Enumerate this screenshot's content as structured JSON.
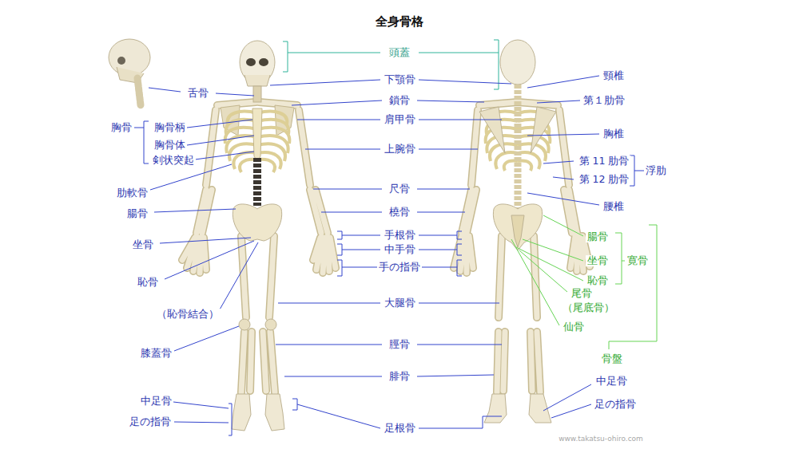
{
  "diagram": {
    "title": "全身骨格",
    "labels": [
      "頭蓋",
      "下顎骨",
      "舌骨",
      "鎖骨",
      "肩甲骨",
      "胸骨",
      "胸骨柄",
      "胸骨体",
      "剣状突起",
      "上腕骨",
      "肋軟骨",
      "尺骨",
      "腸骨",
      "橈骨",
      "手根骨",
      "中手骨",
      "手の指骨",
      "坐骨",
      "恥骨",
      "大腿骨",
      "（恥骨結合）",
      "膝蓋骨",
      "脛骨",
      "腓骨",
      "中足骨",
      "足の指骨",
      "足根骨",
      "頸椎",
      "第１肋骨",
      "胸椎",
      "第 11 肋骨",
      "第 12 肋骨",
      "浮肋",
      "腰椎",
      "腸骨",
      "坐骨",
      "恥骨",
      "寛骨",
      "尾骨",
      "（尾底骨）",
      "仙骨",
      "骨盤",
      "中足骨",
      "足の指骨",
      "www.takatsu-ohiro.com"
    ]
  }
}
